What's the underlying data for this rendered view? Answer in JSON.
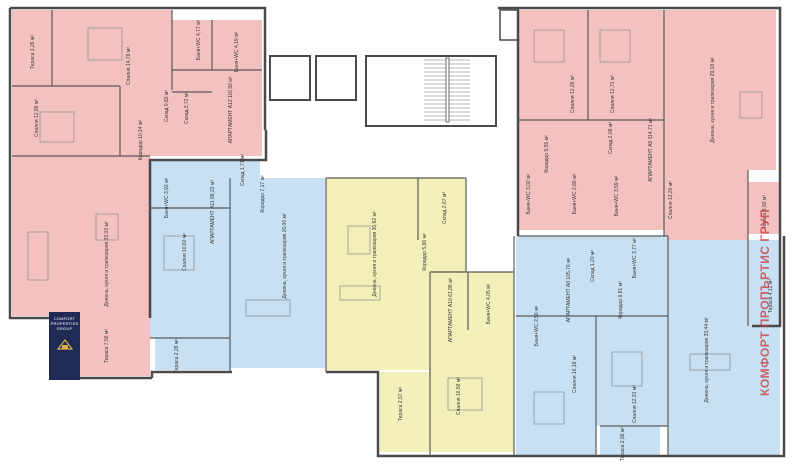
{
  "colors": {
    "pink": "#f4c1c1",
    "blue": "#c7e0f3",
    "yellow": "#f2f0b8",
    "wall": "#4a4a4a",
    "stair": "#ffffff",
    "logo_bg": "#1f2a55",
    "watermark": "#c43a3a"
  },
  "logo": {
    "line1": "COMFORT",
    "line2": "PROPERTIES",
    "line3": "GROUP"
  },
  "watermark": "КОМФОРТ ПРОПЪРТИС ГРУП",
  "apartments": {
    "a12": "АПАРТАМЕНТ А12 116,56 м²",
    "a9": "АПАРТАМЕНТ А9 114,71 м²",
    "a11": "АПАРТАМЕНТ А11 88,22 м²",
    "a10": "АПАРТАМЕНТ А10 61,88 м²",
    "a8": "АПАРТАМЕНТ А8 105,76 м²"
  },
  "rooms": {
    "r01": "Тераса 3,26 м²",
    "r02": "Спалня 14,79 м²",
    "r03": "Баня+WC 4,77 м²",
    "r04": "Баня+WC 4,19 м²",
    "r05": "Склад 0,83 м²",
    "r06": "Склад 2,72 м²",
    "r07": "Спалня 12,99 м²",
    "r08": "Коридор 10,14 м²",
    "r09": "Дневна, кухня и трапезария 33,02 м²",
    "r10": "Тераса 7,56 м²",
    "r11": "Спалня 12,26 м²",
    "r12": "Спалня 12,71 м²",
    "r13": "Дневна, кухня и трапезария 29,18 м²",
    "r14": "Склад 2,06 м²",
    "r15": "Коридор 5,55 м²",
    "r16": "Баня+WC 3,02 м²",
    "r17": "Баня+WC 2,89 м²",
    "r18": "Баня+WC 3,59 м²",
    "r19": "Спалня 12,20 м²",
    "r20": "Тераса 3,92 м²",
    "r21": "Склад 1,71 м²",
    "r22": "Баня+WC 3,93 м²",
    "r23": "Коридор 7,17 м²",
    "r24": "Спалня 10,60 м²",
    "r25": "Дневна, кухня и трапезария 26,00 м²",
    "r26": "Тераса 2,28 м²",
    "r27": "Склад 2,67 м²",
    "r28": "Коридор 5,86 м²",
    "r29": "Дневна, кухня и трапезария 30,92 м²",
    "r30": "Баня+WC 4,05 м²",
    "r31": "Спалня 16,56 м²",
    "r32": "Тераса 2,97 м²",
    "r33": "Склад 1,20 м²",
    "r34": "Баня+WC 3,77 м²",
    "r35": "Коридор 9,81 м²",
    "r36": "Баня+WC 2,56 м²",
    "r37": "Спалня 16,19 м²",
    "r38": "Спалня 12,31 м²",
    "r39": "Тераса 2,96 м²",
    "r40": "Дневна, кухня и трапезария 33,44 м²",
    "r41": "Тераса 4,12 м²"
  }
}
